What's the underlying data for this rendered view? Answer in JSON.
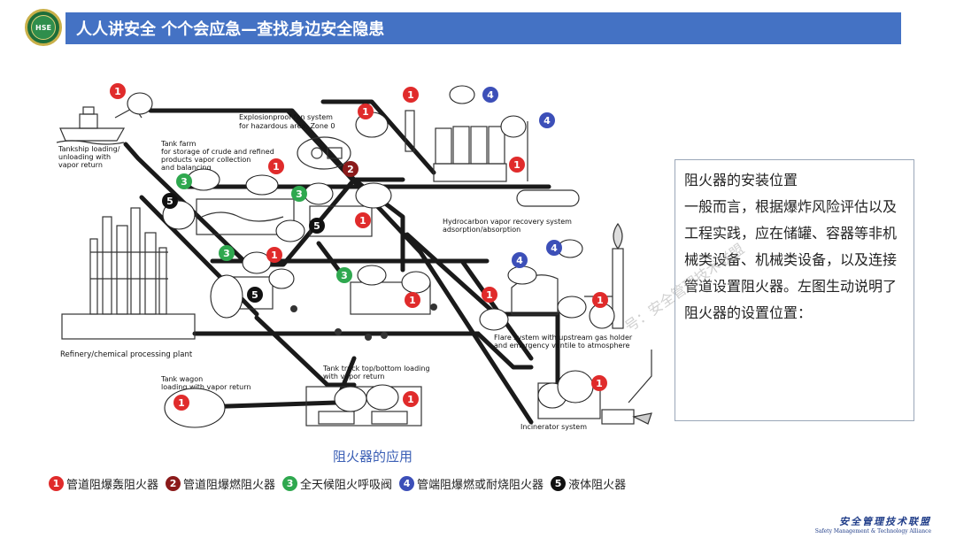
{
  "header": {
    "logo_text": "HSE",
    "title": "人人讲安全  个个会应急—查找身边安全隐患"
  },
  "diagram": {
    "labels": {
      "tankship": [
        "Tankship loading/",
        "unloading with",
        "vapor return"
      ],
      "tankfarm": [
        "Tank farm",
        "for storage of crude and refined",
        "products vapor collection",
        "and balancing"
      ],
      "fan": [
        "Explosionproof fan system",
        "for hazardous area, Zone 0"
      ],
      "hydrocarbon": [
        "Hydrocarbon vapor recovery system",
        "adsorption/absorption"
      ],
      "refinery": [
        "Refinery/chemical processing plant"
      ],
      "wagon": [
        "Tank wagon",
        "loading with vapor return"
      ],
      "truck": [
        "Tank truck top/bottom loading",
        "with vapor return"
      ],
      "flare": [
        "Flare system with upstream gas holder",
        "and emergency ventile to atmosphere"
      ],
      "incinerator": [
        "Incinerator system"
      ]
    },
    "caption": "阻火器的应用",
    "badge_colors": {
      "1": "#e02b2b",
      "2": "#8b1a1a",
      "3": "#2fa84f",
      "4": "#3c4fb8",
      "5": "#111111"
    }
  },
  "legend": [
    {
      "num": "1",
      "label": "管道阻爆轰阻火器",
      "color": "#e02b2b"
    },
    {
      "num": "2",
      "label": "管道阻爆燃阻火器",
      "color": "#8b1a1a"
    },
    {
      "num": "3",
      "label": "全天候阻火呼吸阀",
      "color": "#2fa84f"
    },
    {
      "num": "4",
      "label": "管端阻爆燃或耐烧阻火器",
      "color": "#3c4fb8"
    },
    {
      "num": "5",
      "label": "液体阻火器",
      "color": "#111111"
    }
  ],
  "side_panel": {
    "title": "阻火器的安装位置",
    "body": "一般而言，根据爆炸风险评估以及工程实践，应在储罐、容器等非机械类设备、机械类设备，以及连接管道设置阻火器。左图生动说明了阻火器的设置位置："
  },
  "watermark": "号：安全管理技术联盟",
  "footer": {
    "cn": "安全管理技术联盟",
    "en": "Safety Management & Technology Alliance"
  }
}
